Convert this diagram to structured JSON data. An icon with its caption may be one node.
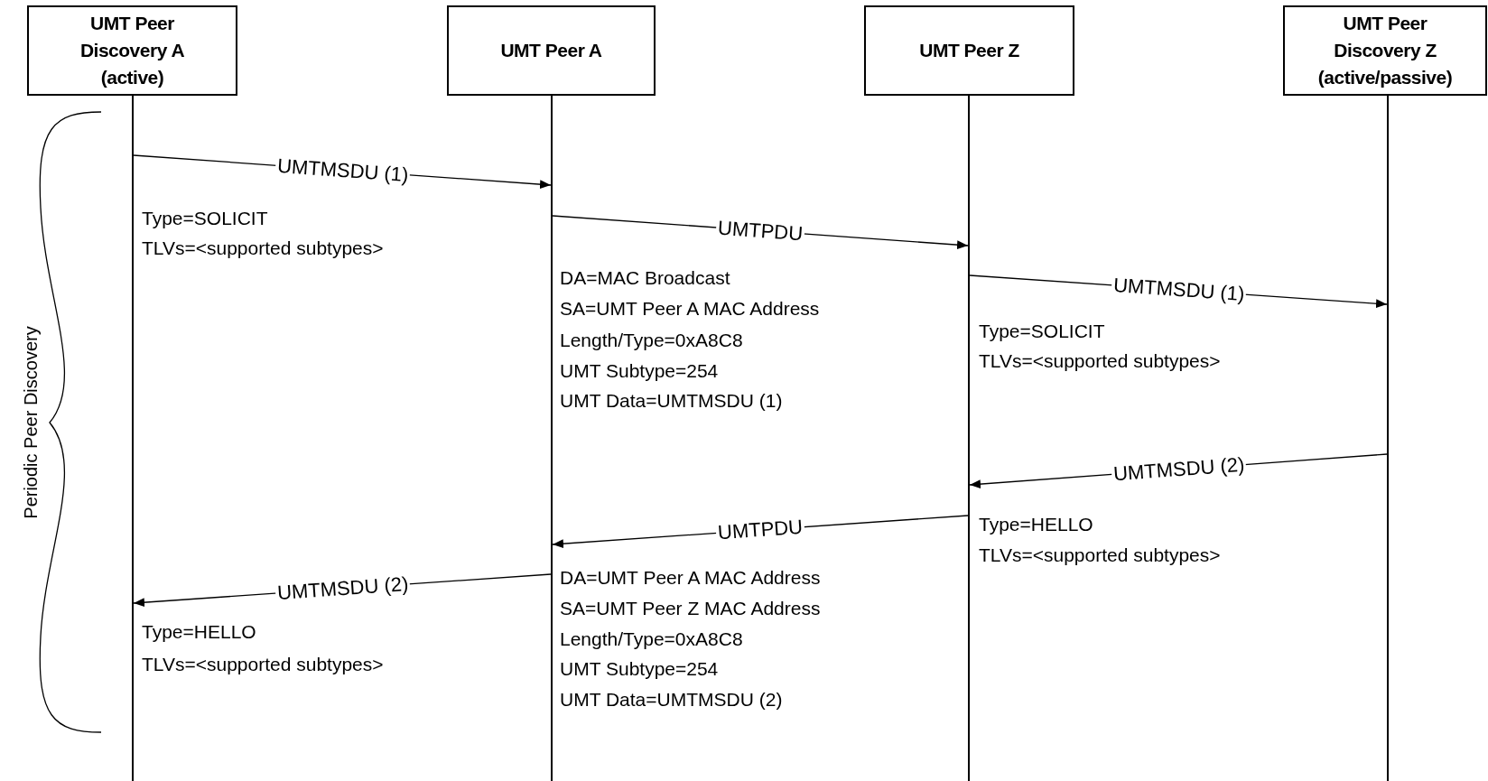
{
  "diagram": {
    "nodes": [
      {
        "text": [
          "UMT Peer Discovery A (active)"
        ]
      },
      {
        "text": [
          "UMT Peer A"
        ]
      },
      {
        "text": [
          "UMT Peer Z"
        ]
      },
      {
        "text": [
          "UMT Peer Discovery Z (active/passive)"
        ]
      },
      {
        "text": [],
        "shape": "line"
      },
      {
        "text": [],
        "shape": "line"
      },
      {
        "text": [],
        "shape": "line"
      },
      {
        "text": [],
        "shape": "line"
      }
    ],
    "edges": [
      {
        "from": 4,
        "to": 5,
        "arrow": "to",
        "label": "UMTMSDU (1)"
      },
      {
        "from": 5,
        "to": 6,
        "arrow": "to",
        "label": "UMTPDU"
      },
      {
        "from": 6,
        "to": 7,
        "arrow": "to",
        "label": "UMTMSDU (1)"
      },
      {
        "from": 7,
        "to": 6,
        "arrow": "to",
        "label": "UMTMSDU (2)"
      },
      {
        "from": 6,
        "to": 5,
        "arrow": "to",
        "label": "UMTPDU"
      },
      {
        "from": 5,
        "to": 4,
        "arrow": "to",
        "label": "UMTMSDU (2)"
      }
    ],
    "labels": [
      "Periodic Peer Discovery",
      "Type=SOLICIT",
      "TLVs=<supported subtypes>",
      "DA=MAC Broadcast",
      "SA=UMT Peer A MAC Address",
      "Length/Type=0xA8C8",
      "UMT Subtype=254",
      "UMT Data=UMTMSDU (1)",
      "Type=SOLICIT",
      "TLVs=<supported subtypes>",
      "Type=HELLO",
      "TLVs=<supported subtypes>",
      "DA=UMT Peer A MAC Address",
      "SA=UMT Peer Z MAC Address",
      "Length/Type=0xA8C8",
      "UMT Subtype=254",
      "UMT Data=UMTMSDU (2)",
      "Type=HELLO",
      "TLVs=<supported subtypes>"
    ]
  }
}
